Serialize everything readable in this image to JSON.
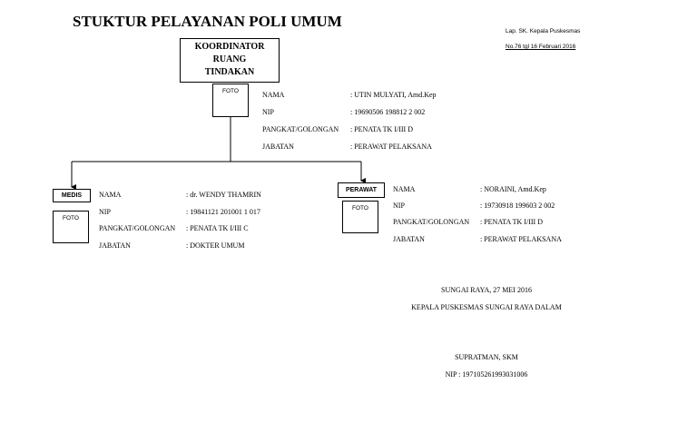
{
  "title": "STUKTUR PELAYANAN POLI UMUM",
  "reference": {
    "line1": "Lap. SK. Kepala Puskesmas",
    "line2": "No.76 tgl 16 Februari 2016"
  },
  "coordinator": {
    "role_lines": [
      "KOORDINATOR",
      "RUANG",
      "TINDAKAN"
    ],
    "photo_label": "FOTO",
    "fields": [
      {
        "label": "NAMA",
        "value": ": UTIN MULYATI, Amd.Kep"
      },
      {
        "label": "NIP",
        "value": ": 19690506 198812 2 002"
      },
      {
        "label": "PANGKAT/GOLONGAN",
        "value": ": PENATA TK I/III D"
      },
      {
        "label": "JABATAN",
        "value": ": PERAWAT PELAKSANA"
      }
    ]
  },
  "medis": {
    "role": "MEDIS",
    "photo_label": "FOTO",
    "fields": [
      {
        "label": "NAMA",
        "value": ": dr. WENDY THAMRIN"
      },
      {
        "label": "NIP",
        "value": ": 19841121 201001 1 017"
      },
      {
        "label": "PANGKAT/GOLONGAN",
        "value": ": PENATA TK I/III C"
      },
      {
        "label": "JABATAN",
        "value": ": DOKTER UMUM"
      }
    ]
  },
  "perawat": {
    "role": "PERAWAT",
    "photo_label": "FOTO",
    "fields": [
      {
        "label": "NAMA",
        "value": ": NORAINI, Amd.Kep"
      },
      {
        "label": "NIP",
        "value": ": 19730918 199603 2 002"
      },
      {
        "label": "PANGKAT/GOLONGAN",
        "value": ": PENATA TK I/III D"
      },
      {
        "label": "JABATAN",
        "value": ": PERAWAT PELAKSANA"
      }
    ]
  },
  "signature": {
    "place_date": "SUNGAI RAYA, 27 MEI 2016",
    "position": "KEPALA PUSKESMAS SUNGAI RAYA DALAM",
    "name": "SUPRATMAN, SKM",
    "nip": "NIP : 197105261993031006"
  }
}
